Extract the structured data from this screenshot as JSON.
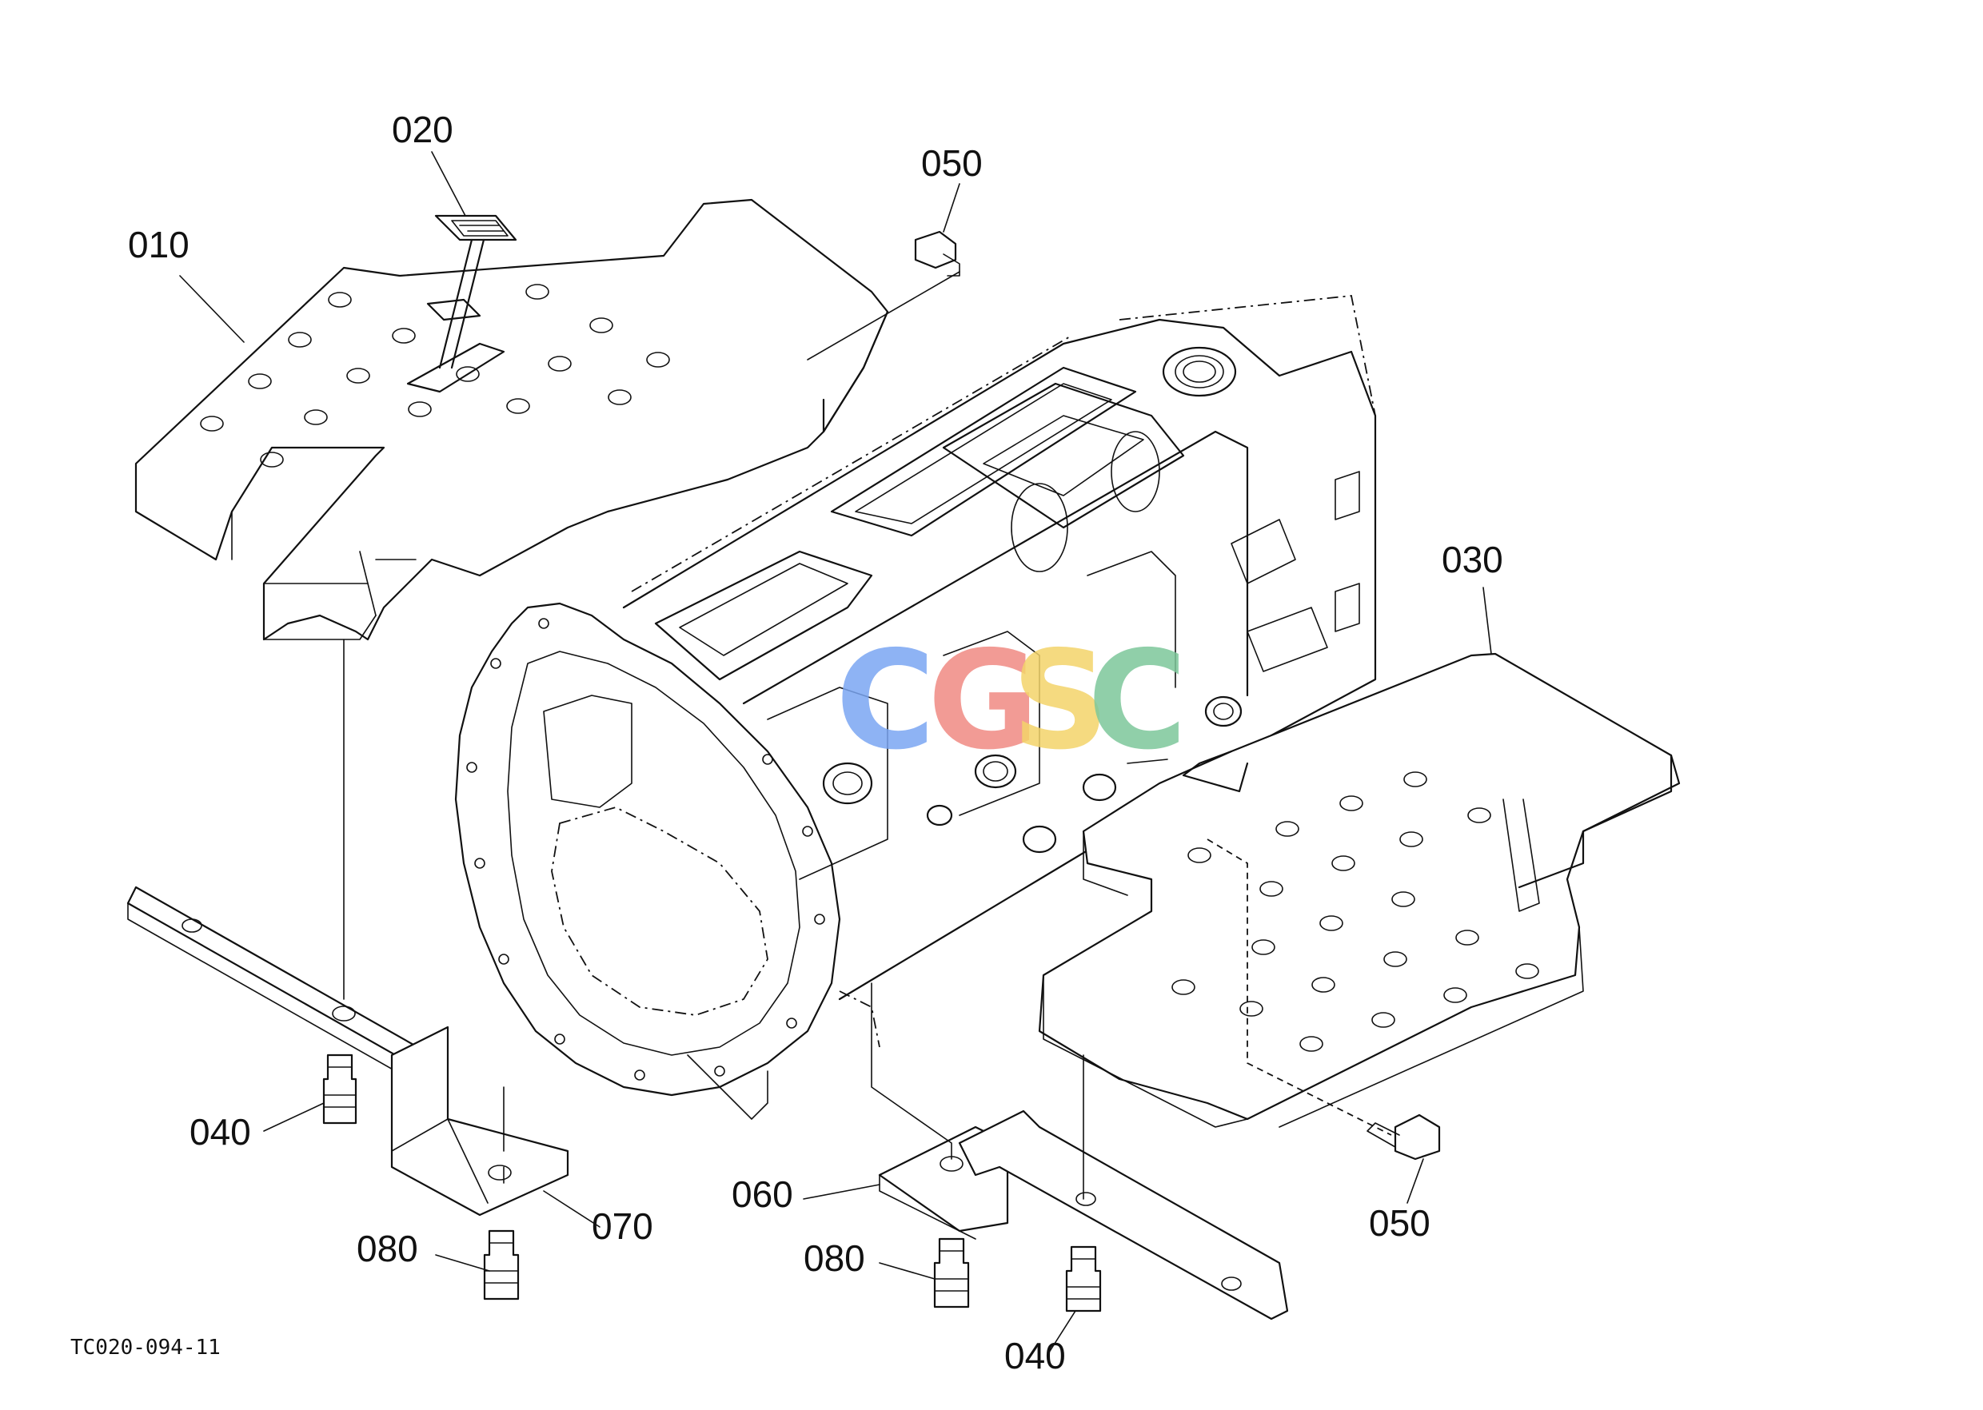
{
  "diagram": {
    "part_callouts": [
      {
        "id": "c010",
        "label": "010"
      },
      {
        "id": "c020",
        "label": "020"
      },
      {
        "id": "c050a",
        "label": "050"
      },
      {
        "id": "c030",
        "label": "030"
      },
      {
        "id": "c040a",
        "label": "040"
      },
      {
        "id": "c070",
        "label": "070"
      },
      {
        "id": "c080a",
        "label": "080"
      },
      {
        "id": "c060",
        "label": "060"
      },
      {
        "id": "c080b",
        "label": "080"
      },
      {
        "id": "c040b",
        "label": "040"
      },
      {
        "id": "c050b",
        "label": "050"
      }
    ],
    "reference_code": "TC020-094-11",
    "watermark": {
      "letters": [
        "C",
        "G",
        "S",
        "C"
      ],
      "colors": [
        "#7aa6f2",
        "#f08a82",
        "#f3d36a",
        "#7cc79a"
      ]
    }
  }
}
